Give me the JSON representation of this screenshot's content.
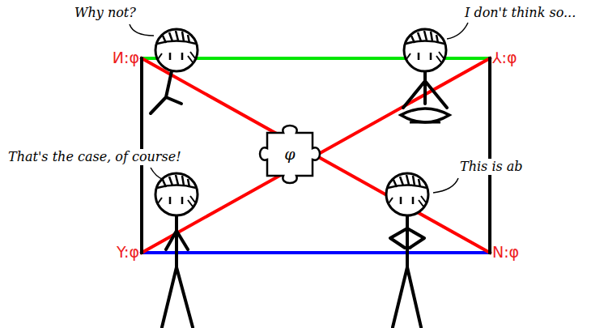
{
  "diagram": {
    "nodes": [
      {
        "text": [
          "И:φ"
        ]
      },
      {
        "text": [
          "⅄:φ"
        ]
      },
      {
        "text": [
          "Y:φ"
        ]
      },
      {
        "text": [
          "N:φ"
        ]
      },
      {
        "text": [
          "φ"
        ]
      }
    ],
    "edges": [
      {
        "from": 0,
        "to": 1,
        "arrow": "none"
      },
      {
        "from": 2,
        "to": 3,
        "arrow": "none"
      },
      {
        "from": 0,
        "to": 3,
        "arrow": "none"
      },
      {
        "from": 1,
        "to": 2,
        "arrow": "none"
      },
      {
        "from": 0,
        "to": 2,
        "arrow": "none"
      },
      {
        "from": 1,
        "to": 3,
        "arrow": "none"
      }
    ],
    "labels": [
      "Why not?",
      "I don't think so...",
      "That's the case, of course!",
      "This is ab"
    ]
  }
}
